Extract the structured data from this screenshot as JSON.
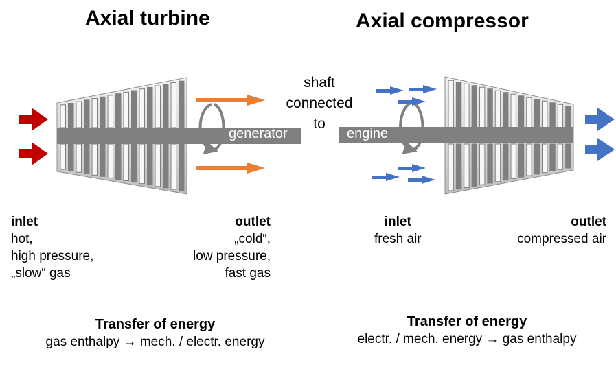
{
  "titles": {
    "turbine": "Axial turbine",
    "compressor": "Axial compressor"
  },
  "shaft": {
    "line1": "shaft",
    "line2": "connected",
    "line3": "to",
    "generator": "generator",
    "engine": "engine"
  },
  "turbine": {
    "inlet_heading": "inlet",
    "inlet_lines": [
      "hot,",
      "high pressure,",
      "„slow“ gas"
    ],
    "outlet_heading": "outlet",
    "outlet_lines": [
      "„cold“,",
      "low pressure,",
      "fast gas"
    ],
    "energy_title": "Transfer of energy",
    "energy_text": "gas enthalpy → mech. / electr.  energy"
  },
  "compressor": {
    "inlet_heading": "inlet",
    "inlet_lines": [
      "fresh air"
    ],
    "outlet_heading": "outlet",
    "outlet_lines": [
      "compressed air"
    ],
    "energy_title": "Transfer of energy",
    "energy_text": "electr. / mech. energy → gas enthalpy"
  },
  "colors": {
    "hot_arrow": "#c00000",
    "orange_arrow": "#ed7d31",
    "blue_arrow": "#4472c4",
    "body": "#d9d9d9",
    "shaft": "#808080"
  }
}
